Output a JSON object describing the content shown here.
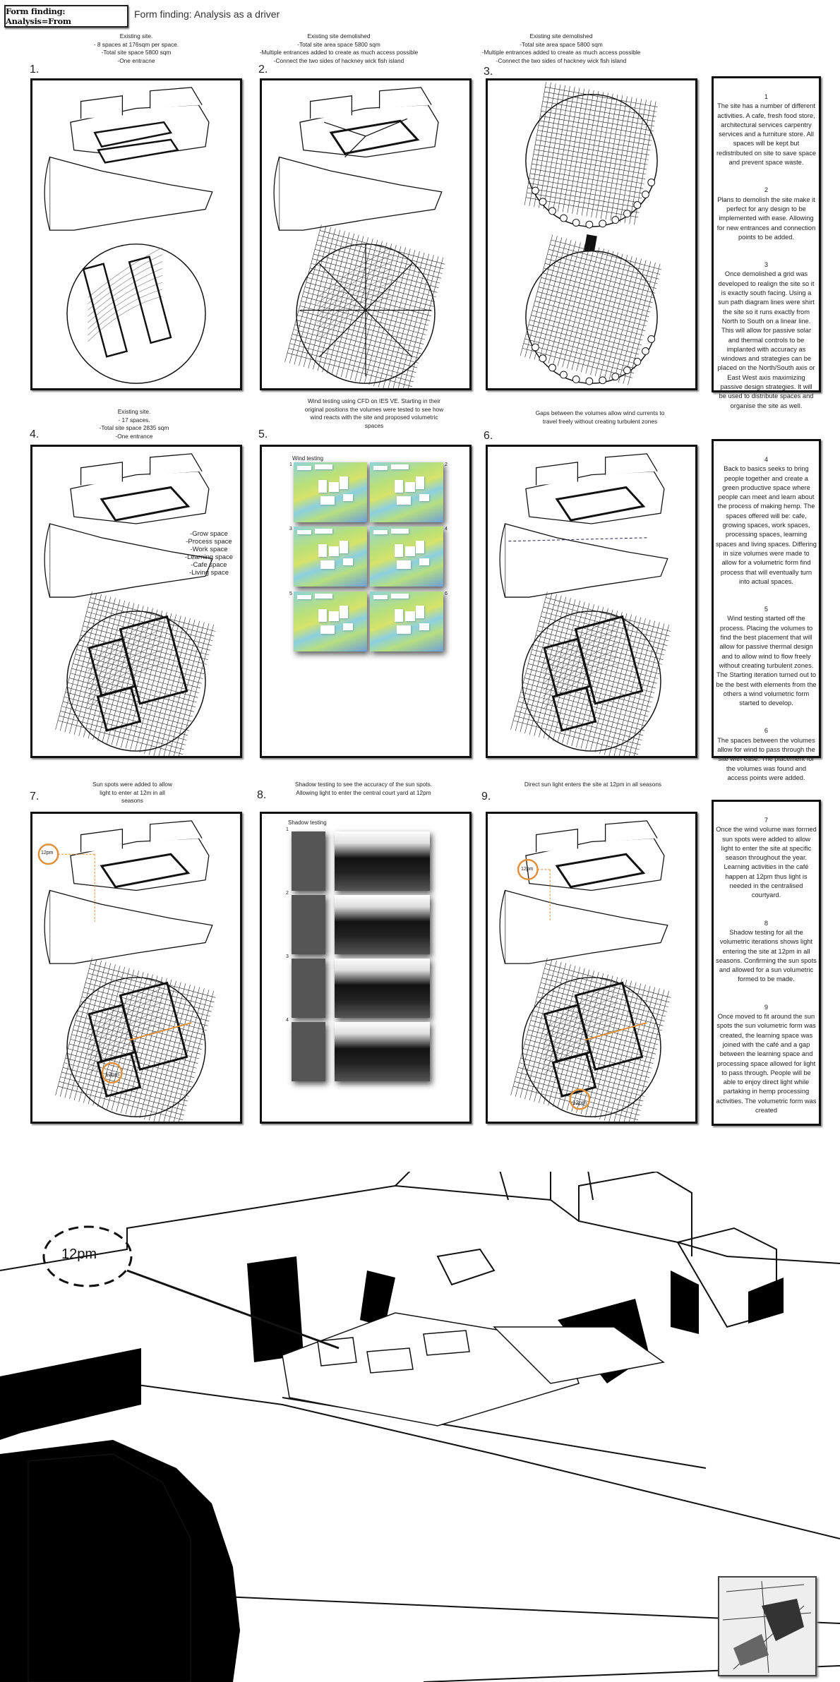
{
  "header": {
    "title": "Form finding: Analysis=From",
    "subtitle": "Form finding: Analysis as a driver"
  },
  "steps": [
    {
      "number": "1.",
      "caption": "Existing site.\n- 8 spaces at 176sqm per space.\n-Total site space 5800 sqm\n-One entracne"
    },
    {
      "number": "2.",
      "caption": "Existing site demolished\n-Total site area space 5800 sqm\n-Multiple entrances added to create as much access possible\n-Connect the two sides of hackney wick fish island"
    },
    {
      "number": "3.",
      "caption": "Existing site demolished\n-Total site area space 5800 sqm\n-Multiple entrances added to create as much access possible\n-Connect the two sides of hackney wick fish island"
    },
    {
      "number": "4.",
      "caption": "Existing site.\n- 17 spaces.\n-Total site space 2835 sqm\n-One entrance"
    },
    {
      "number": "5.",
      "caption": "Wind testing using CFD on IES VE. Starting in their\noriginal positions the volumes were tested to see how\nwind reacts with the site and proposed volumetric\nspaces"
    },
    {
      "number": "6.",
      "caption": "Gaps between the volumes allow wind currents to\ntravel freely without creating turbulent zones"
    },
    {
      "number": "7.",
      "caption": "Sun spots were added to allow\nlight to enter at 12m in all\nseasons"
    },
    {
      "number": "8.",
      "caption": "Shadow testing to see the accuracy of the sun spots.\nAllowing light to enter the central court yard at 12pm"
    },
    {
      "number": "9.",
      "caption": "Direct sun light enters the site at 12pm in all seasons"
    }
  ],
  "space_list": [
    "-Grow space",
    "-Process space",
    "-Work space",
    "-Learning space",
    "-Cafe space",
    "-Living space"
  ],
  "wind_testing": {
    "title": "Wind testing",
    "tiles": [
      "1",
      "2",
      "3",
      "4",
      "5",
      "6"
    ]
  },
  "shadow_testing": {
    "title": "Shadow testing",
    "rows": [
      "1",
      "2",
      "3",
      "4"
    ]
  },
  "sun_labels": {
    "a": "12pm",
    "b": "12pm",
    "c": "12pm",
    "d": "12pm"
  },
  "notes": [
    [
      {
        "n": "1",
        "t": "The site has a number of different activities. A cafe, fresh food store, architectural services carpentry services and a furniture store. All spaces will be kept but redistributed on site to save space and prevent space waste."
      },
      {
        "n": "2",
        "t": "Plans to demolish the site make it perfect for any design to be implemented with ease. Allowing for new entrances and connection points to be added."
      },
      {
        "n": "3",
        "t": "Once demolished a grid was developed to realign the site so it is exactly south facing. Using a sun path diagram lines were shirt the site so it runs exactly from North to South on a linear line. This will allow for passive solar and thermal controls to be implanted with accuracy as windows and strategies can be placed on the North/South axis or East West axis maximizing passive design strategies. It will be used to distribute spaces and organise the site as well."
      }
    ],
    [
      {
        "n": "4",
        "t": "Back to basics seeks to bring people together and create a green productive space where people can meet and learn about the process of making hemp. The spaces offered will be: cafe, growing spaces, work spaces, processing spaces, learning spaces and living spaces. Differing in size volumes were made to allow for a volumetric form find process that will eventually turn into actual spaces."
      },
      {
        "n": "5",
        "t": "Wind testing started off the process. Placing the volumes to find the best placement that will allow for passive thermal design and to allow wind to flow freely without creating turbulent zones. The Starting iteration turned out to be the best with elements from the others a wind volumetric form started to develop."
      },
      {
        "n": "6",
        "t": "The spaces between the volumes allow for wind to pass through the site with ease. The placement for the volumes was found and access points were added."
      }
    ],
    [
      {
        "n": "7",
        "t": "Once the wind volume was formed sun spots were added to allow light to enter the site at specific season throughout the year. Learning activities in the café happen at 12pm thus light is needed in the centralised courtyard."
      },
      {
        "n": "8",
        "t": "Shadow testing for all the volumetric iterations shows light entering the site at 12pm in all seasons. Confirming the sun spots and allowed for a sun volumetric formed to be made."
      },
      {
        "n": "9",
        "t": "Once moved to fit around the sun spots the sun volumetric form was created, the learning space was joined with the café and a gap between the learning space and processing space allowed for light to pass through. People will be able to enjoy direct light while partaking in hemp processing activities. The volumetric form was created"
      }
    ]
  ],
  "bottom": {
    "clock_label": "12pm"
  },
  "colors": {
    "sun_accent": "#e0903a",
    "ink": "#111111"
  }
}
